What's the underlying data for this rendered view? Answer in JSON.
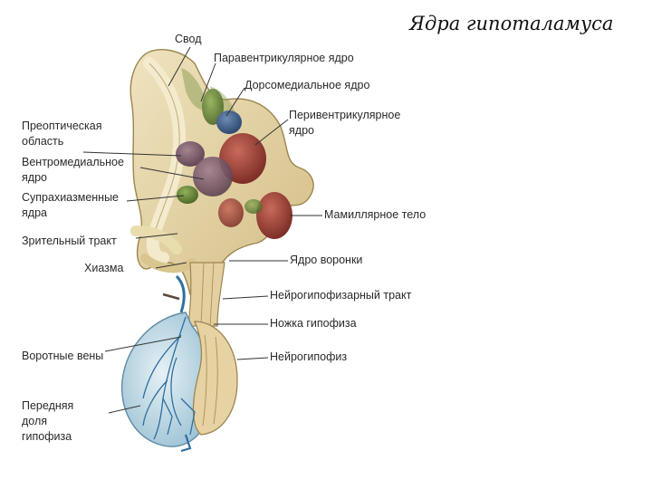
{
  "title": "Ядра гипоталамуса",
  "labels": {
    "svod": "Свод",
    "paraventricular": "Паравентрикулярное ядро",
    "dorsomedial": "Дорсомедиальное ядро",
    "periventricular_1": "Перивентрикулярное",
    "periventricular_2": "ядро",
    "preoptic_1": "Преоптическая",
    "preoptic_2": "область",
    "ventromedial_1": "Вентромедиальное",
    "ventromedial_2": "ядро",
    "suprachiasmatic_1": "Супрахиазменные",
    "suprachiasmatic_2": "ядра",
    "mamillary": "Мамиллярное тело",
    "optic_tract": "Зрительный тракт",
    "chiasm": "Хиазма",
    "infundibular": "Ядро воронки",
    "neurohypophyseal_tract": "Нейрогипофизарный тракт",
    "stalk": "Ножка гипофиза",
    "portal_veins": "Воротные вены",
    "neurohypophysis": "Нейрогипофиз",
    "anterior_1": "Передняя",
    "anterior_2": "доля",
    "anterior_3": "гипофиза"
  },
  "colors": {
    "tissue": "#e8d9b0",
    "tissue_dark": "#c9b27a",
    "nucleus_red": "#9c4438",
    "nucleus_blue": "#3f5d86",
    "nucleus_green": "#6b8a3e",
    "nucleus_purple": "#7a5a6e",
    "adenohypophysis": "#c7dfe9",
    "vessels": "#2f6f9f",
    "leader": "#333333"
  }
}
